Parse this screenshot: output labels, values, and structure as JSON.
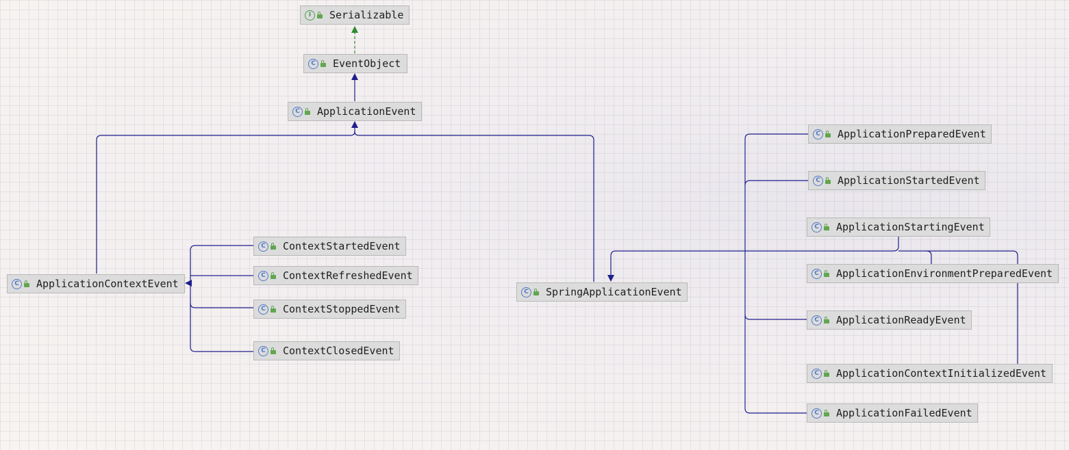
{
  "nodes": {
    "serializable": {
      "label": "Serializable",
      "kind": "I"
    },
    "event_object": {
      "label": "EventObject",
      "kind": "C"
    },
    "application_event": {
      "label": "ApplicationEvent",
      "kind": "C"
    },
    "application_context_event": {
      "label": "ApplicationContextEvent",
      "kind": "C"
    },
    "context_started_event": {
      "label": "ContextStartedEvent",
      "kind": "C"
    },
    "context_refreshed_event": {
      "label": "ContextRefreshedEvent",
      "kind": "C"
    },
    "context_stopped_event": {
      "label": "ContextStoppedEvent",
      "kind": "C"
    },
    "context_closed_event": {
      "label": "ContextClosedEvent",
      "kind": "C"
    },
    "spring_application_event": {
      "label": "SpringApplicationEvent",
      "kind": "C"
    },
    "application_prepared_event": {
      "label": "ApplicationPreparedEvent",
      "kind": "C"
    },
    "application_started_event": {
      "label": "ApplicationStartedEvent",
      "kind": "C"
    },
    "application_starting_event": {
      "label": "ApplicationStartingEvent",
      "kind": "C"
    },
    "application_environment_prepared_event": {
      "label": "ApplicationEnvironmentPreparedEvent",
      "kind": "C"
    },
    "application_ready_event": {
      "label": "ApplicationReadyEvent",
      "kind": "C"
    },
    "application_context_initialized_event": {
      "label": "ApplicationContextInitializedEvent",
      "kind": "C"
    },
    "application_failed_event": {
      "label": "ApplicationFailedEvent",
      "kind": "C"
    }
  },
  "colors": {
    "extends_edge": "#1f1f8c",
    "implements_edge": "#2f8a2f",
    "node_fill": "#dcdcdc",
    "class_icon": "#4f77c7",
    "interface_icon": "#4a9a4a"
  }
}
